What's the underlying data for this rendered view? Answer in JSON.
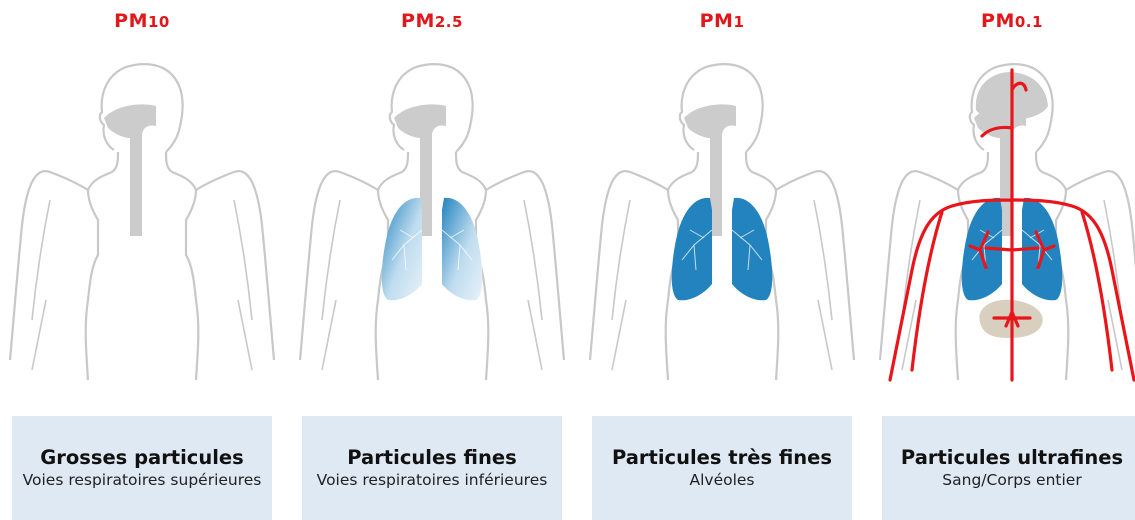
{
  "colors": {
    "title": "#e0181b",
    "caption_bg": "#dfe9f4",
    "lung": "#2283bf",
    "lung_light": "#bfdcef",
    "vessel": "#e8151b",
    "organ": "#d8cfbf",
    "body_outline": "#c8c8c8",
    "airway": "#cccccc"
  },
  "panels": [
    {
      "title_main": "PM",
      "title_sub": "10",
      "caption_main": "Grosses particules",
      "caption_desc": "Voies respiratoires supérieures",
      "figure": "upper-airways"
    },
    {
      "title_main": "PM",
      "title_sub": "2.5",
      "caption_main": "Particules fines",
      "caption_desc": "Voies respiratoires inférieures",
      "figure": "lower-airways"
    },
    {
      "title_main": "PM",
      "title_sub": "1",
      "caption_main": "Particules très fines",
      "caption_desc": "Alvéoles",
      "figure": "alveoli"
    },
    {
      "title_main": "PM",
      "title_sub": "0.1",
      "caption_main": "Particules ultrafines",
      "caption_desc": "Sang/Corps entier",
      "figure": "whole-body"
    }
  ]
}
